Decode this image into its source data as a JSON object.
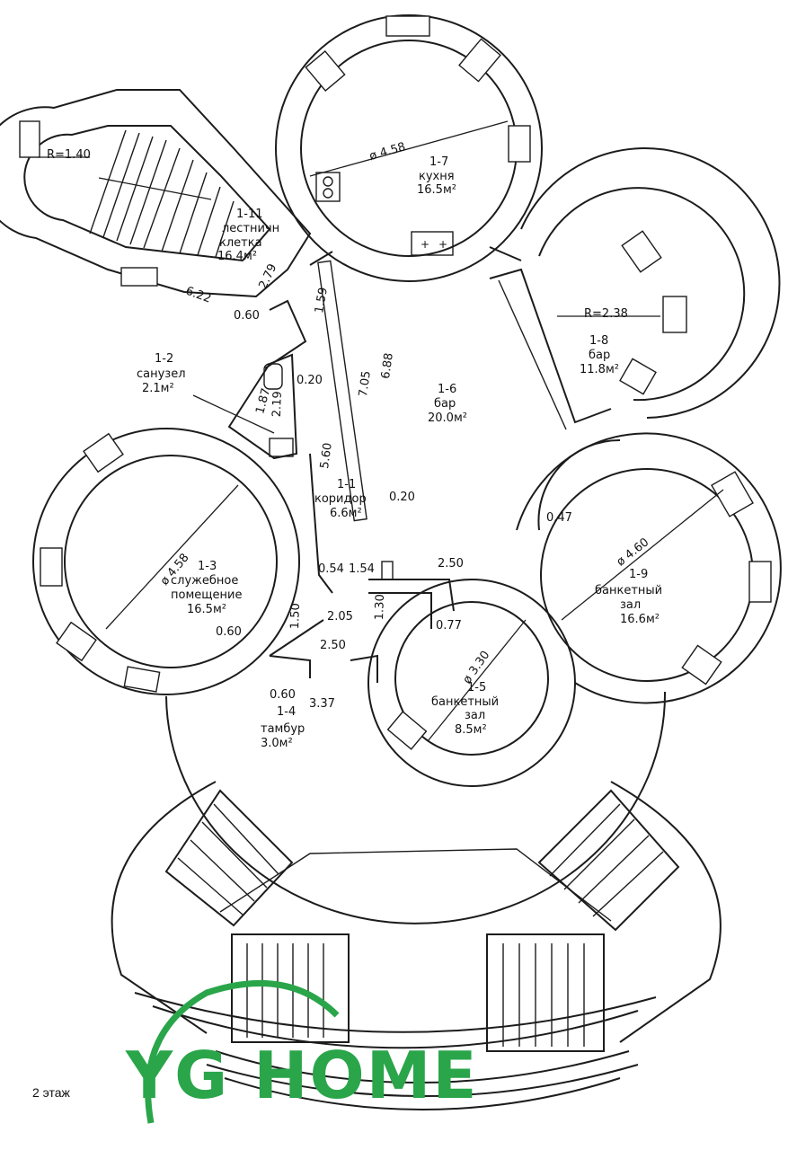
{
  "floor_label": "2 этаж",
  "logo_text": "YG HOME",
  "rooms": [
    {
      "id": "1-1",
      "name": "коридор",
      "area": "6.6м²"
    },
    {
      "id": "1-2",
      "name": "санузел",
      "area": "2.1м²"
    },
    {
      "id": "1-3",
      "name_line1": "служебное",
      "name_line2": "помещение",
      "area": "16.5м²"
    },
    {
      "id": "1-4",
      "name": "тамбур",
      "area": "3.0м²"
    },
    {
      "id": "1-5",
      "name_line1": "банкетный",
      "name_line2": "зал",
      "area": "8.5м²"
    },
    {
      "id": "1-6",
      "name": "бар",
      "area": "20.0м²"
    },
    {
      "id": "1-7",
      "name": "кухня",
      "area": "16.5м²"
    },
    {
      "id": "1-8",
      "name": "бар",
      "area": "11.8м²"
    },
    {
      "id": "1-9",
      "name_line1": "банкетный",
      "name_line2": "зал",
      "area": "16.6м²"
    },
    {
      "id": "1-11",
      "name_line1": "лестничн",
      "name_line2": "клетка",
      "area": "16.4м²"
    }
  ],
  "dimensions": {
    "kitchen_diameter": "ø 4.58",
    "service_diameter": "ø 4.58",
    "banquet_large_diameter": "ø 4.60",
    "banquet_small_diameter": "ø 3.30",
    "stair_radius": "R=1.40",
    "bar_radius": "R=2.38",
    "d_279": "2.79",
    "d_622": "6.22",
    "d_060a": "0.60",
    "d_159": "1.59",
    "d_187": "1.87",
    "d_219": "2.19",
    "d_020a": "0.20",
    "d_705": "7.05",
    "d_688": "6.88",
    "d_560": "5.60",
    "d_020b": "0.20",
    "d_047": "0.47",
    "d_054": "0.54",
    "d_154": "1.54",
    "d_250a": "2.50",
    "d_077": "0.77",
    "d_205": "2.05",
    "d_130": "1.30",
    "d_150": "1.50",
    "d_060b": "0.60",
    "d_250b": "2.50",
    "d_060c": "0.60",
    "d_337": "3.37"
  }
}
